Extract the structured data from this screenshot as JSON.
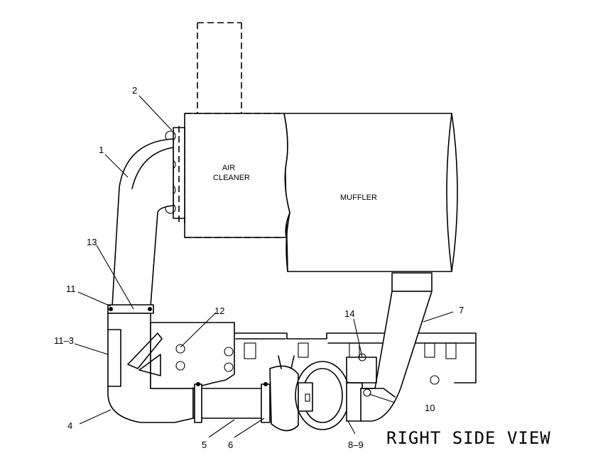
{
  "components": {
    "air_cleaner_line1": "AIR",
    "air_cleaner_line2": "CLEANER",
    "muffler": "MUFFLER"
  },
  "view_title": "RIGHT SIDE VIEW",
  "callouts": {
    "c1": "1",
    "c2": "2",
    "c3": "11–3",
    "c4": "4",
    "c5": "5",
    "c6": "6",
    "c7": "7",
    "c8": "8–9",
    "c10": "10",
    "c11": "11",
    "c12": "12",
    "c13": "13",
    "c14": "14"
  }
}
